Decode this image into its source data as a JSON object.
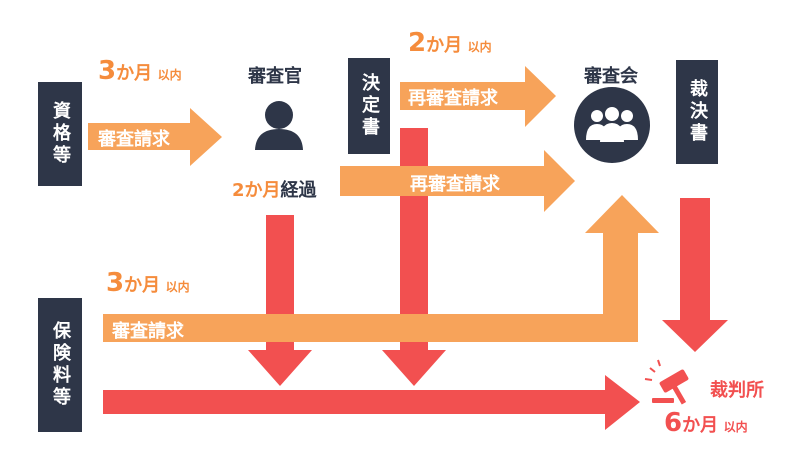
{
  "boxes": {
    "shikaku": "資格等",
    "kettei": "決定書",
    "saiketsu": "裁決書",
    "hoken": "保険料等"
  },
  "nodes": {
    "shinsakan": "審査官",
    "shinsakai": "審査会",
    "saibansho": "裁判所"
  },
  "arrows": {
    "top_request": "審査請求",
    "re_request_1": "再審査請求",
    "re_request_2": "再審査請求",
    "bottom_request": "審査請求"
  },
  "time_labels": {
    "t1": {
      "num": "3",
      "unit": "か月",
      "note": "以内"
    },
    "t2": {
      "num": "2",
      "unit": "か月",
      "note": "以内"
    },
    "t3": {
      "num": "2",
      "unit": "か月",
      "suffix": "経過"
    },
    "t4": {
      "num": "3",
      "unit": "か月",
      "note": "以内"
    },
    "t5": {
      "num": "6",
      "unit": "か月",
      "note": "以内"
    }
  },
  "colors": {
    "orange": "#f7a35a",
    "red": "#f25050",
    "navy": "#2e3648"
  },
  "icons": {
    "person": "person-icon",
    "group": "group-icon",
    "court": "gavel-icon"
  }
}
